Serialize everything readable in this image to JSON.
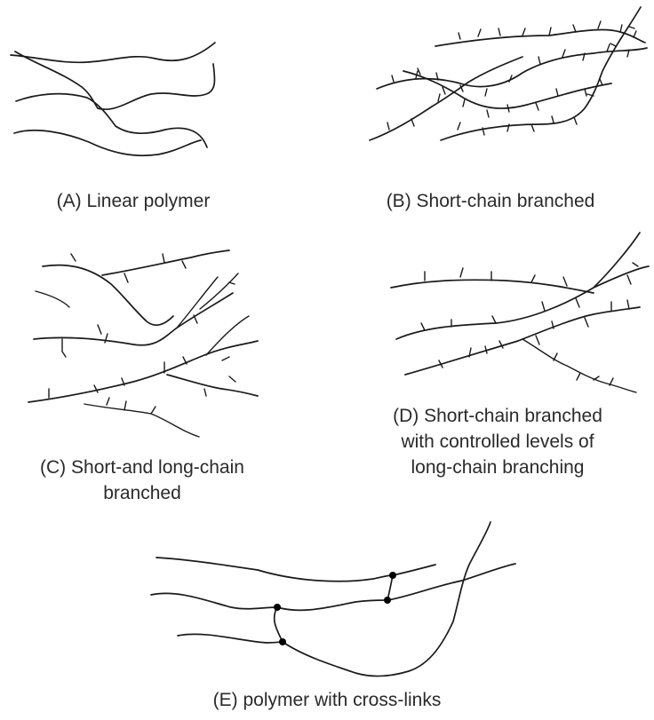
{
  "panels": {
    "a": {
      "caption": "(A) Linear polymer"
    },
    "b": {
      "caption": "(B) Short-chain branched"
    },
    "c": {
      "caption_line1": "(C) Short-and long-chain",
      "caption_line2": "branched"
    },
    "d": {
      "caption_line1": "(D) Short-chain branched",
      "caption_line2": "with controlled levels of",
      "caption_line3": "long-chain branching"
    },
    "e": {
      "caption": "(E) polymer with cross-links"
    }
  },
  "colors": {
    "line": "#1a1a1a",
    "text": "#2a2a2a",
    "crosslink_dot": "#000000"
  }
}
